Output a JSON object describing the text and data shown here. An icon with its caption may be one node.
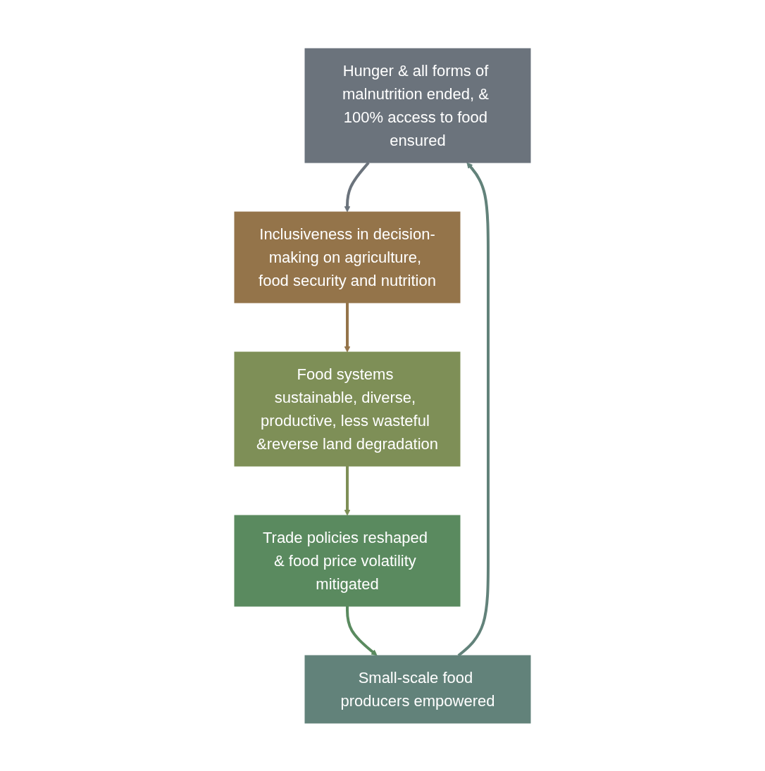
{
  "diagram": {
    "nodes": [
      {
        "text": [
          "Hunger & all forms of malnutrition ended, & 100% access to food ensured"
        ]
      },
      {
        "text": [
          "Inclusiveness in decision-making on agriculture, food security and nutrition"
        ]
      },
      {
        "text": [
          "Food systems sustainable, diverse, productive, less wasteful &reverse land degradation"
        ]
      },
      {
        "text": [
          "Trade policies reshaped & food price volatility mitigated"
        ]
      },
      {
        "text": [
          "Small-scale food producers empowered"
        ]
      }
    ],
    "edges": [
      {
        "from": 0,
        "to": 1,
        "arrow": "to",
        "color": "#6b737c"
      },
      {
        "from": 1,
        "to": 2,
        "arrow": "to",
        "color": "#94744a"
      },
      {
        "from": 2,
        "to": 3,
        "arrow": "to",
        "color": "#7e8f57"
      },
      {
        "from": 3,
        "to": 4,
        "arrow": "to",
        "color": "#5a8a5f"
      },
      {
        "from": 4,
        "to": 0,
        "arrow": "to",
        "color": "#62827a"
      }
    ]
  }
}
